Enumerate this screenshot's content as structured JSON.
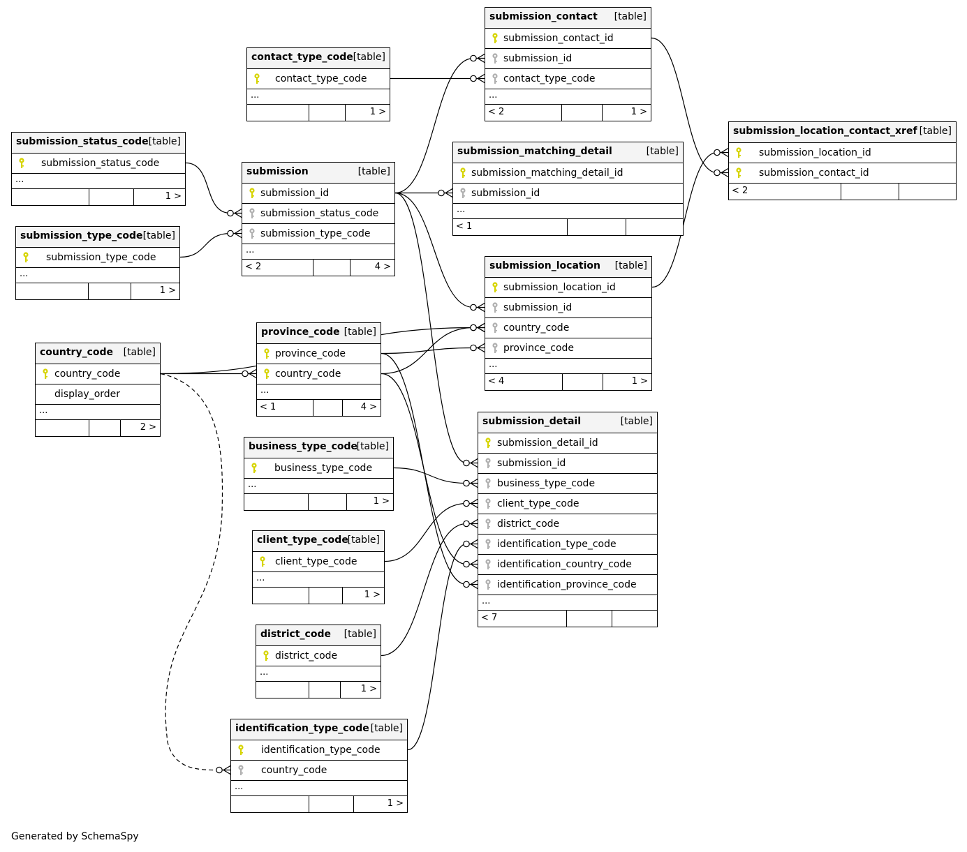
{
  "footer": {
    "credit": "Generated by SchemaSpy"
  },
  "colors": {
    "primary_key": "#d6d400",
    "foreign_key": "#b0b0b0",
    "header_bg": "#f4f4f4",
    "line": "#000000"
  },
  "tables": {
    "submission_contact": {
      "name": "submission_contact",
      "kind": "[table]",
      "columns": [
        {
          "name": "submission_contact_id",
          "key": "pk"
        },
        {
          "name": "submission_id",
          "key": "fk"
        },
        {
          "name": "contact_type_code",
          "key": "fk"
        }
      ],
      "more": "...",
      "parents": "< 2",
      "children": "1 >"
    },
    "contact_type_code": {
      "name": "contact_type_code",
      "kind": "[table]",
      "columns": [
        {
          "name": "contact_type_code",
          "key": "pk"
        }
      ],
      "more": "...",
      "parents": "",
      "children": "1 >"
    },
    "submission_status_code": {
      "name": "submission_status_code",
      "kind": "[table]",
      "columns": [
        {
          "name": "submission_status_code",
          "key": "pk"
        }
      ],
      "more": "...",
      "parents": "",
      "children": "1 >"
    },
    "submission": {
      "name": "submission",
      "kind": "[table]",
      "columns": [
        {
          "name": "submission_id",
          "key": "pk"
        },
        {
          "name": "submission_status_code",
          "key": "fk"
        },
        {
          "name": "submission_type_code",
          "key": "fk"
        }
      ],
      "more": "...",
      "parents": "< 2",
      "children": "4 >"
    },
    "submission_matching_detail": {
      "name": "submission_matching_detail",
      "kind": "[table]",
      "columns": [
        {
          "name": "submission_matching_detail_id",
          "key": "pk"
        },
        {
          "name": "submission_id",
          "key": "fk"
        }
      ],
      "more": "...",
      "parents": "< 1",
      "children": ""
    },
    "submission_location_contact_xref": {
      "name": "submission_location_contact_xref",
      "kind": "[table]",
      "columns": [
        {
          "name": "submission_location_id",
          "key": "pk"
        },
        {
          "name": "submission_contact_id",
          "key": "pk"
        }
      ],
      "more": "",
      "parents": "< 2",
      "children": ""
    },
    "submission_type_code": {
      "name": "submission_type_code",
      "kind": "[table]",
      "columns": [
        {
          "name": "submission_type_code",
          "key": "pk"
        }
      ],
      "more": "...",
      "parents": "",
      "children": "1 >"
    },
    "submission_location": {
      "name": "submission_location",
      "kind": "[table]",
      "columns": [
        {
          "name": "submission_location_id",
          "key": "pk"
        },
        {
          "name": "submission_id",
          "key": "fk"
        },
        {
          "name": "country_code",
          "key": "fk"
        },
        {
          "name": "province_code",
          "key": "fk"
        }
      ],
      "more": "...",
      "parents": "< 4",
      "children": "1 >"
    },
    "province_code": {
      "name": "province_code",
      "kind": "[table]",
      "columns": [
        {
          "name": "province_code",
          "key": "pk"
        },
        {
          "name": "country_code",
          "key": "pk"
        }
      ],
      "more": "...",
      "parents": "< 1",
      "children": "4 >"
    },
    "country_code": {
      "name": "country_code",
      "kind": "[table]",
      "columns": [
        {
          "name": "country_code",
          "key": "pk"
        },
        {
          "name": "display_order",
          "key": ""
        }
      ],
      "more": "...",
      "parents": "",
      "children": "2 >"
    },
    "submission_detail": {
      "name": "submission_detail",
      "kind": "[table]",
      "columns": [
        {
          "name": "submission_detail_id",
          "key": "pk"
        },
        {
          "name": "submission_id",
          "key": "fk"
        },
        {
          "name": "business_type_code",
          "key": "fk"
        },
        {
          "name": "client_type_code",
          "key": "fk"
        },
        {
          "name": "district_code",
          "key": "fk"
        },
        {
          "name": "identification_type_code",
          "key": "fk"
        },
        {
          "name": "identification_country_code",
          "key": "fk"
        },
        {
          "name": "identification_province_code",
          "key": "fk"
        }
      ],
      "more": "...",
      "parents": "< 7",
      "children": ""
    },
    "business_type_code": {
      "name": "business_type_code",
      "kind": "[table]",
      "columns": [
        {
          "name": "business_type_code",
          "key": "pk"
        }
      ],
      "more": "...",
      "parents": "",
      "children": "1 >"
    },
    "client_type_code": {
      "name": "client_type_code",
      "kind": "[table]",
      "columns": [
        {
          "name": "client_type_code",
          "key": "pk"
        }
      ],
      "more": "...",
      "parents": "",
      "children": "1 >"
    },
    "district_code": {
      "name": "district_code",
      "kind": "[table]",
      "columns": [
        {
          "name": "district_code",
          "key": "pk"
        }
      ],
      "more": "...",
      "parents": "",
      "children": "1 >"
    },
    "identification_type_code": {
      "name": "identification_type_code",
      "kind": "[table]",
      "columns": [
        {
          "name": "identification_type_code",
          "key": "pk"
        },
        {
          "name": "country_code",
          "key": "fk"
        }
      ],
      "more": "...",
      "parents": "",
      "children": "1 >"
    }
  },
  "relationships": [
    {
      "from": "contact_type_code.contact_type_code",
      "to": "submission_contact.contact_type_code",
      "style": "solid"
    },
    {
      "from": "submission.submission_id",
      "to": "submission_contact.submission_id",
      "style": "solid"
    },
    {
      "from": "submission.submission_id",
      "to": "submission_matching_detail.submission_id",
      "style": "solid"
    },
    {
      "from": "submission.submission_id",
      "to": "submission_location.submission_id",
      "style": "solid"
    },
    {
      "from": "submission.submission_id",
      "to": "submission_detail.submission_id",
      "style": "solid"
    },
    {
      "from": "submission_status_code.submission_status_code",
      "to": "submission.submission_status_code",
      "style": "solid"
    },
    {
      "from": "submission_type_code.submission_type_code",
      "to": "submission.submission_type_code",
      "style": "solid"
    },
    {
      "from": "submission_contact.submission_contact_id",
      "to": "submission_location_contact_xref.submission_contact_id",
      "style": "solid"
    },
    {
      "from": "submission_location.submission_location_id",
      "to": "submission_location_contact_xref.submission_location_id",
      "style": "solid"
    },
    {
      "from": "country_code.country_code",
      "to": "province_code.country_code",
      "style": "solid"
    },
    {
      "from": "country_code.country_code",
      "to": "submission_location.country_code",
      "style": "solid"
    },
    {
      "from": "country_code.country_code",
      "to": "identification_type_code.country_code",
      "style": "dashed"
    },
    {
      "from": "province_code.province_code",
      "to": "submission_location.province_code",
      "style": "solid"
    },
    {
      "from": "province_code.country_code",
      "to": "submission_location.country_code",
      "style": "solid"
    },
    {
      "from": "province_code.province_code",
      "to": "submission_detail.identification_province_code",
      "style": "solid"
    },
    {
      "from": "province_code.country_code",
      "to": "submission_detail.identification_country_code",
      "style": "solid"
    },
    {
      "from": "business_type_code.business_type_code",
      "to": "submission_detail.business_type_code",
      "style": "solid"
    },
    {
      "from": "client_type_code.client_type_code",
      "to": "submission_detail.client_type_code",
      "style": "solid"
    },
    {
      "from": "district_code.district_code",
      "to": "submission_detail.district_code",
      "style": "solid"
    },
    {
      "from": "identification_type_code.identification_type_code",
      "to": "submission_detail.identification_type_code",
      "style": "solid"
    }
  ]
}
